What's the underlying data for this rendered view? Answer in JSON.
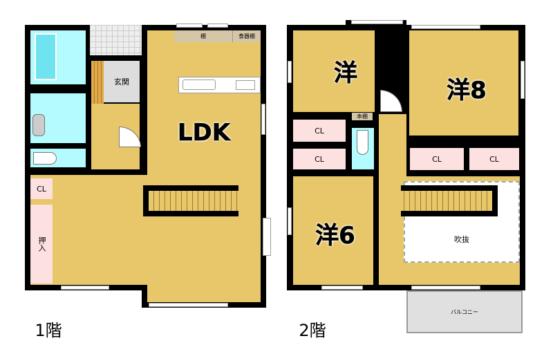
{
  "floor1": {
    "label": "1階",
    "rooms": {
      "ldk": "LDK",
      "genkan": "玄関",
      "closet": "CL",
      "oshiire": "押入",
      "shelf": "棚",
      "cupboard": "食器棚"
    }
  },
  "floor2": {
    "label": "2階",
    "rooms": {
      "western1": "洋",
      "western8": "洋8",
      "western6": "洋6",
      "closet": "CL",
      "bookshelf": "本棚",
      "atrium": "吹抜",
      "balcony": "バルコニー"
    }
  },
  "colors": {
    "room": "#e8c76a",
    "wet": "#b3fbff",
    "closet": "#fde0e0",
    "wall": "#000000"
  }
}
